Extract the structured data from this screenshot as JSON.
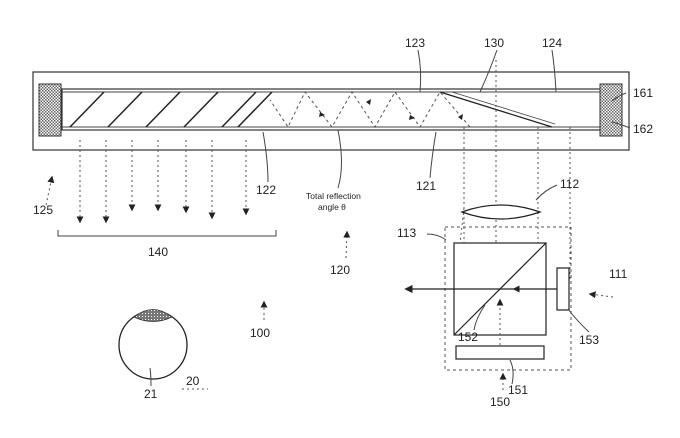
{
  "figure": {
    "labels": {
      "l123": "123",
      "l130": "130",
      "l124": "124",
      "l161": "161",
      "l162": "162",
      "l125": "125",
      "l122": "122",
      "l121": "121",
      "l112": "112",
      "l113": "113",
      "l111": "111",
      "l140": "140",
      "l120": "120",
      "l152": "152",
      "l153": "153",
      "l151": "151",
      "l150": "150",
      "l100": "100",
      "l21": "21",
      "l20": "20"
    },
    "annotation_line1": "Total reflection",
    "annotation_line2": "angle θ"
  }
}
